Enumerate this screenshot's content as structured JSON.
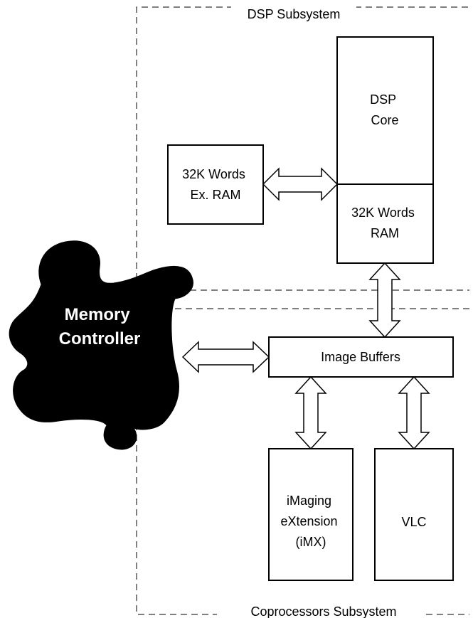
{
  "subsystems": {
    "dsp": "DSP Subsystem",
    "coprocessors": "Coprocessors Subsystem"
  },
  "blocks": {
    "dsp_core": [
      "DSP",
      "Core"
    ],
    "ram_internal": [
      "32K Words",
      "RAM"
    ],
    "ram_external": [
      "32K Words",
      "Ex. RAM"
    ],
    "image_buffers": "Image Buffers",
    "imx": [
      "iMaging",
      "eXtension",
      "(iMX)"
    ],
    "vlc": "VLC",
    "memory_controller": [
      "Memory",
      "Controller"
    ]
  },
  "colors": {
    "line": "#000000",
    "puzzle": "#000000",
    "puzzle_text": "#ffffff"
  },
  "icons": {
    "memory_controller_shape": "puzzle-piece-icon"
  }
}
